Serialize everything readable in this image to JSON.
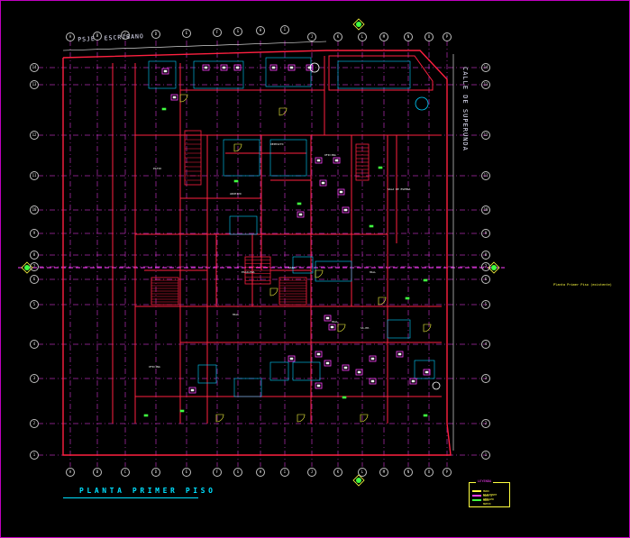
{
  "drawing": {
    "title": "PLANTA PRIMER PISO",
    "street_top": "PSJE. ESCRIBANO",
    "street_right": "CALLE DE SUPERUNDA",
    "side_note": "Planta Primer Piso (existente)",
    "legend_title": "LEYENDA",
    "legend_items": [
      {
        "label": "MURO EXISTENTE",
        "color": "#ffff40"
      },
      {
        "label": "MURO A DEMOLER",
        "color": "#ff40ff"
      },
      {
        "label": "MURO NUEVO",
        "color": "#40ff40"
      }
    ]
  },
  "grid": {
    "columns": [
      "A",
      "B",
      "C",
      "D",
      "E",
      "F",
      "G",
      "H",
      "I",
      "J",
      "K",
      "L",
      "M",
      "N",
      "O",
      "P"
    ],
    "rows": [
      "1",
      "2",
      "3",
      "4",
      "5",
      "6",
      "7",
      "8",
      "9",
      "10",
      "11",
      "12",
      "13",
      "14"
    ]
  },
  "rooms": [
    "HALL",
    "SALA DE ESPERA",
    "PATIO",
    "OFICINA",
    "HALL",
    "SALA",
    "DEPOSITO",
    "ARCHIVO",
    "SS.HH.",
    "OFICINA",
    "HALL",
    "ESCALERA"
  ],
  "colors": {
    "walls": "#ff2040",
    "furniture": "#ff40ff",
    "axes": "#ff40ff",
    "doors": "#ffff40",
    "text": "#ffffff",
    "title": "#00e0ff",
    "hatch": "#40ff40"
  }
}
